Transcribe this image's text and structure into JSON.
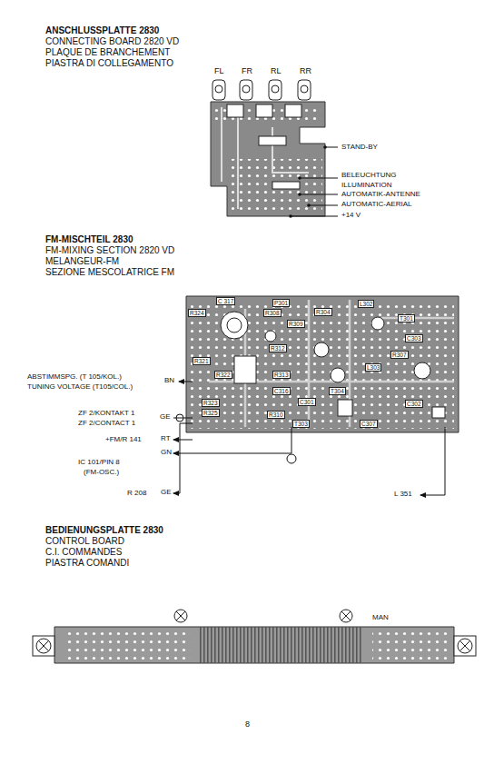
{
  "diagram": {
    "labels": [
      "ANSCHLUSSPLATTE 2830",
      "CONNECTING BOARD 2820 VD",
      "PLAQUE DE BRANCHEMENT",
      "PIASTRA DI COLLEGAMENTO",
      "FL",
      "FR",
      "RL",
      "RR",
      "STAND-BY",
      "BELEUCHTUNG",
      "ILLUMINATION",
      "AUTOMATIK-ANTENNE",
      "AUTOMATIC-AERIAL",
      "+14 V",
      "FM-MISCHTEIL 2830",
      "FM-MIXING SECTION 2820 VD",
      "MELANGEUR-FM",
      "SEZIONE MESCOLATRICE FM",
      "ABSTIMMSPG. (T 105/KOL.)",
      "TUNING VOLTAGE (T105/COL.)",
      "BN",
      "ZF 2/KONTAKT 1",
      "ZF 2/CONTACT 1",
      "GE",
      "+FM/R 141",
      "RT",
      "GN",
      "IC 101/PIN 8",
      "(FM-OSC.)",
      "R 208",
      "GE",
      "L 351",
      "C 317",
      "P301",
      "R308",
      "R304",
      "L302",
      "T301",
      "R309",
      "R324",
      "R312",
      "R321",
      "R322",
      "R313",
      "C316",
      "R323",
      "R325",
      "R310",
      "C301",
      "T303",
      "T304",
      "C303",
      "L303",
      "R307",
      "C302",
      "C307",
      "BEDIENUNGSPLATTE 2830",
      "CONTROL BOARD",
      "C.I. COMMANDES",
      "PIASTRA COMANDI",
      "MAN",
      "8"
    ]
  }
}
